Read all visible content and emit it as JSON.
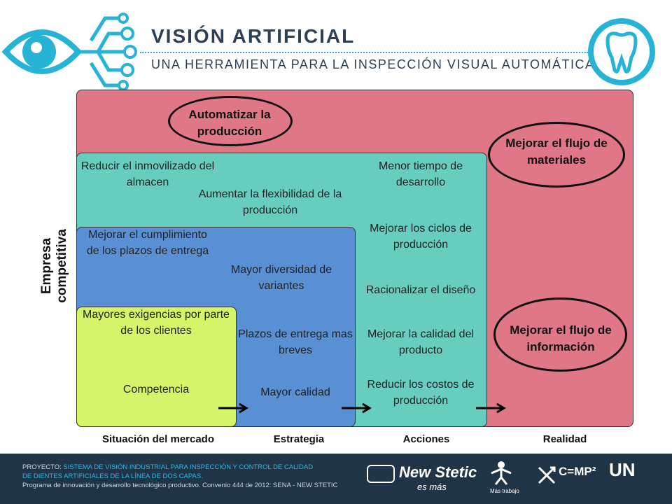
{
  "header": {
    "title": "VISIÓN ARTIFICIAL",
    "subtitle": "UNA HERRAMIENTA PARA LA INSPECCIÓN VISUAL AUTOMÁTICA"
  },
  "diagram": {
    "vertical_label": "Empresa competitiva",
    "axis": [
      "Situación del mercado",
      "Estrategia",
      "Acciones",
      "Realidad"
    ],
    "realidad": {
      "top_goal": "Automatizar la producción",
      "right_goal_1": "Mejorar el flujo de materiales",
      "right_goal_2": "Mejorar el flujo de información"
    },
    "acciones": {
      "left_item": "Reducir el inmovilizado del almacen",
      "center_item": "Aumentar la flexibilidad de la producción",
      "items": [
        "Menor tiempo de desarrollo",
        "Mejorar los ciclos de producción",
        "Racionalizar el diseño",
        "Mejorar la calidad del producto",
        "Reducir los costos de producción"
      ]
    },
    "estrategia": {
      "left_item": "Mejorar el cumplimiento de los plazos de entrega",
      "items": [
        "Mayor diversidad de variantes",
        "Plazos de entrega mas breves",
        "Mayor calidad"
      ]
    },
    "mercado": {
      "items": [
        "Mayores exigencias por parte de los clientes",
        "Competencia"
      ]
    }
  },
  "footer": {
    "project_label": "PROYECTO:",
    "project_line1": "SISTEMA DE VISIÓN INDUSTRIAL PARA INSPECCIÓN Y CONTROL DE CALIDAD",
    "project_line2": "DE DIENTES ARTIFICIALES DE LA LÍNEA DE DOS CAPAS.",
    "program_line": "Programa de innovación y desarrollo tecnológico productivo. Convenio 444 de 2012: SENA - NEW STETIC",
    "logo_newstetic": "New Stetic",
    "logo_newstetic_sub": "es más",
    "logo_sena_sub": "Más trabajo",
    "logo_cmp": "C=MP²",
    "logo_un": "UN"
  },
  "colors": {
    "realidad": "#e07787",
    "acciones": "#67cebf",
    "estrategia": "#5890d3",
    "mercado": "#d4f46a",
    "accent": "#27b3d6"
  }
}
